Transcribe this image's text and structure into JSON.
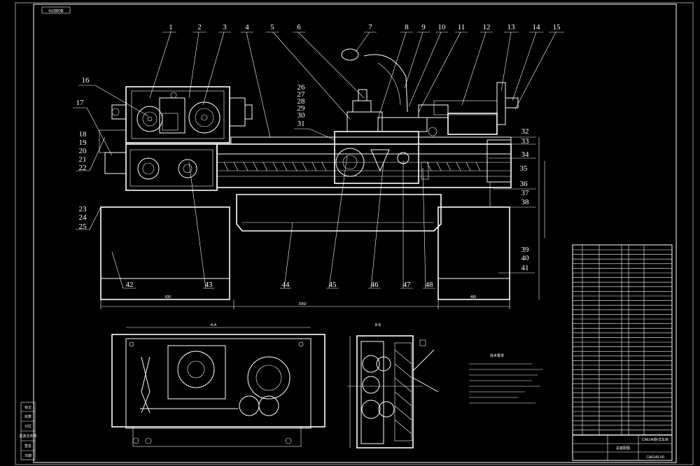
{
  "drawing": {
    "corner_label": "HJ360B",
    "section_label_a": "A-A",
    "section_label_b": "B-B",
    "dim_total": "2950",
    "dim_left": "830",
    "dim_right": "480",
    "notes_title": "技术要求",
    "title_block_name": "CA6140卧式车床",
    "title_block_sub": "总装配图",
    "title_block_code": "CA6140-00"
  },
  "callouts": {
    "top": [
      "1",
      "2",
      "3",
      "4",
      "5",
      "6",
      "7",
      "8",
      "9",
      "10",
      "11",
      "12",
      "13",
      "14",
      "15"
    ],
    "left_16": "16",
    "left_17": "17",
    "left_group_a": [
      "18",
      "19",
      "20",
      "21",
      "22"
    ],
    "left_group_b": [
      "23",
      "24",
      "25"
    ],
    "mid_group": [
      "26",
      "27",
      "28",
      "29",
      "30",
      "31"
    ],
    "right_group_a": [
      "32",
      "33",
      "34",
      "35",
      "36",
      "37",
      "38"
    ],
    "right_group_b": [
      "39",
      "40",
      "41"
    ],
    "bottom": [
      "42",
      "43",
      "44",
      "45",
      "46",
      "47",
      "48"
    ]
  },
  "side_stamp": [
    "标记",
    "处数",
    "分区",
    "更改文件号",
    "签名",
    "日期"
  ]
}
